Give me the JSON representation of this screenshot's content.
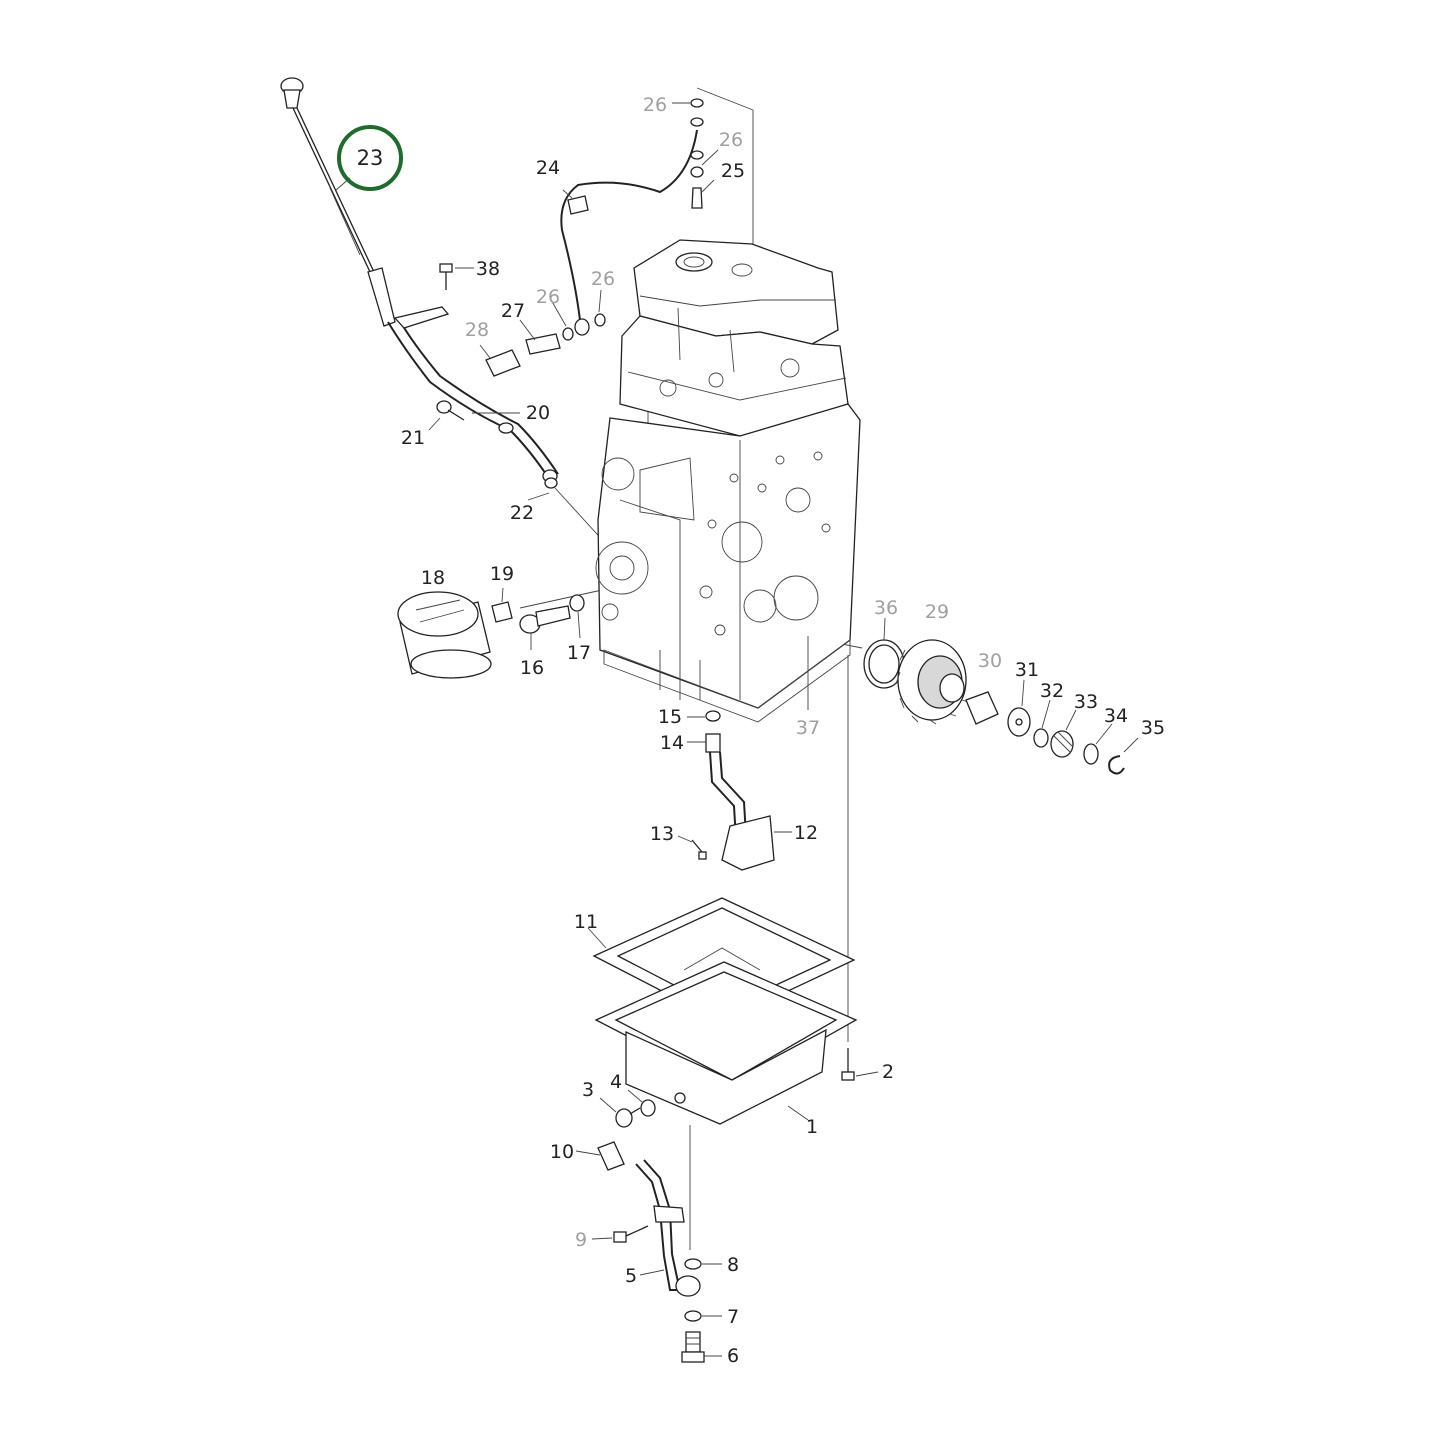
{
  "highlight": {
    "label": "23",
    "color": "#1f6b2e"
  },
  "labels": {
    "p1": "1",
    "p2": "2",
    "p3": "3",
    "p4": "4",
    "p5": "5",
    "p6": "6",
    "p7": "7",
    "p8": "8",
    "p9": "9",
    "p10": "10",
    "p11": "11",
    "p12": "12",
    "p13": "13",
    "p14": "14",
    "p15": "15",
    "p16": "16",
    "p17": "17",
    "p18": "18",
    "p19": "19",
    "p20": "20",
    "p21": "21",
    "p22": "22",
    "p24": "24",
    "p25": "25",
    "p26": "26",
    "p27": "27",
    "p28": "28",
    "p29": "29",
    "p30": "30",
    "p31": "31",
    "p32": "32",
    "p33": "33",
    "p34": "34",
    "p35": "35",
    "p36": "36",
    "p37": "37",
    "p38": "38"
  }
}
